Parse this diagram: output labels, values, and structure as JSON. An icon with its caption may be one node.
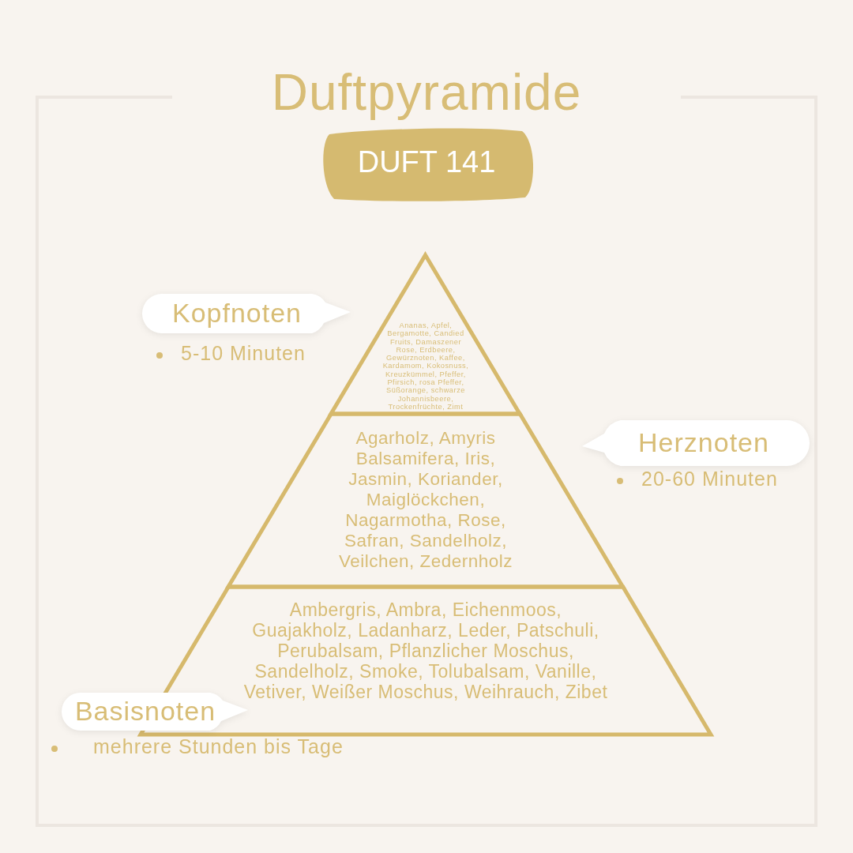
{
  "diagram": {
    "title": "Duftpyramide",
    "nodes": [
      {
        "text": [
          "DUFT 141"
        ]
      },
      {
        "text": [
          "Kopfnoten"
        ],
        "beside": [
          "5-10 Minuten"
        ]
      },
      {
        "text": [
          "Ananas, Apfel, Bergamotte, Candied Fruits, Damaszener Rose, Erdbeere, Gewürznoten, Kaffee, Kardamom, Kokosnuss, Kreuzkümmel, Pfeffer, Pfirsich, rosa Pfeffer, Süßorange, schwarze Johannisbeere, Trockenfrüchte, Zimt"
        ]
      },
      {
        "text": [
          "Herznoten"
        ],
        "beside": [
          "20-60 Minuten"
        ]
      },
      {
        "text": [
          "Agarholz, Amyris Balsamifera, Iris, Jasmin, Koriander, Maiglöckchen, Nagarmotha, Rose, Safran, Sandelholz, Veilchen, Zedernholz"
        ]
      },
      {
        "text": [
          "Ambergris, Ambra, Eichenmoos, Guajakholz, Ladanharz, Leder, Patschuli, Perubalsam, Pflanzlicher Moschus, Sandelholz, Smoke, Tolubalsam, Vanille, Vetiver, Weißer Moschus, Weihrauch, Zibet"
        ]
      },
      {
        "text": [
          "Basisnoten"
        ],
        "beside": [
          "mehrere Stunden bis Tage"
        ]
      }
    ]
  }
}
